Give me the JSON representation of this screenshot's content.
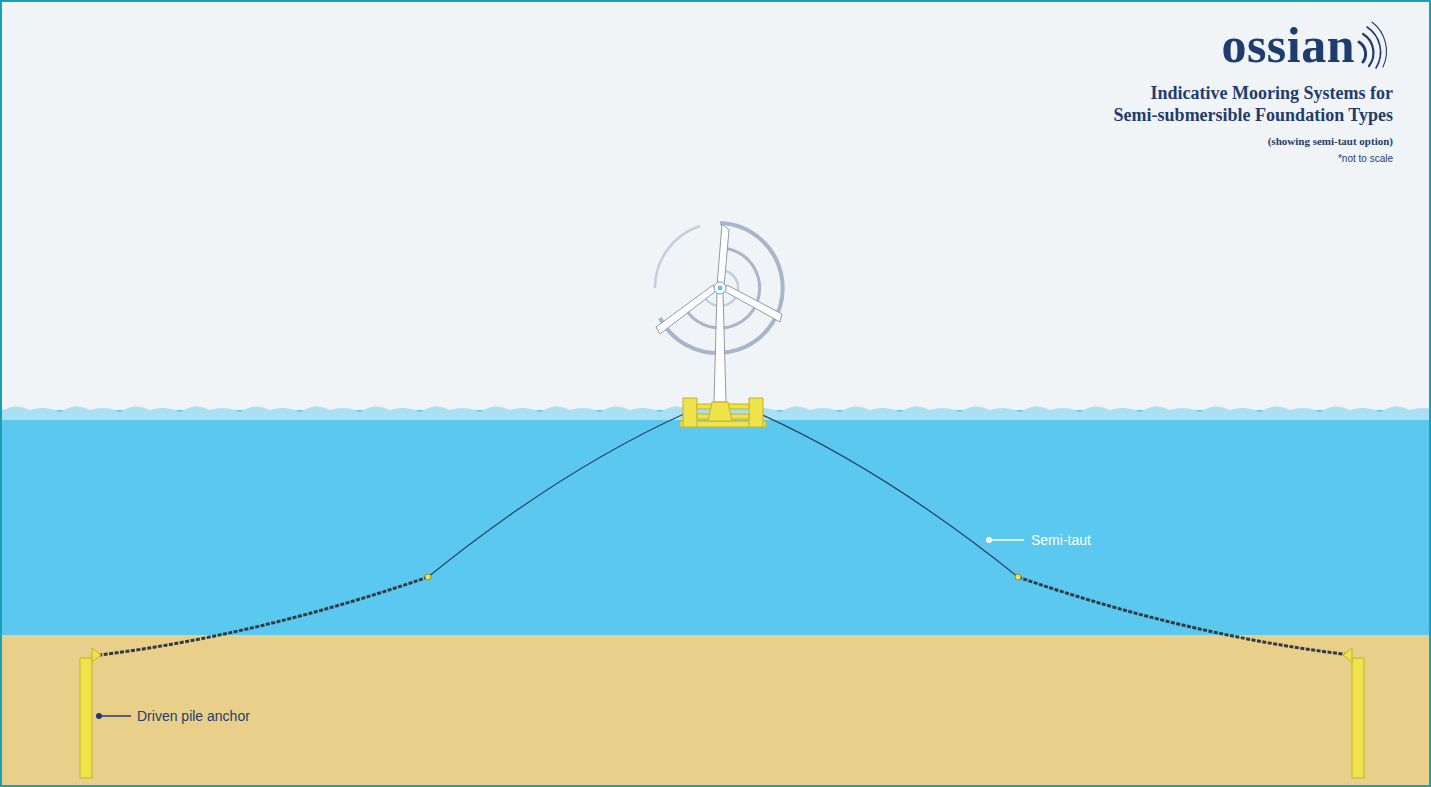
{
  "diagram": {
    "title": "Indicative Mooring Systems for Semi-submersible Foundation Types",
    "labels": [
      "ossian",
      "(showing semi-taut option)",
      "*not to scale",
      "Semi-taut",
      "Driven pile anchor"
    ]
  }
}
